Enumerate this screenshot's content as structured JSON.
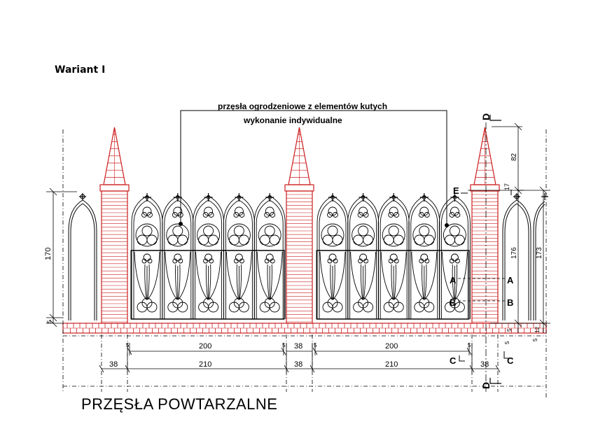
{
  "heading": "Wariant I",
  "callout": {
    "line1": "przęsła ogrodzeniowe z elementów kutych",
    "line2": "wykonanie  indywidualne"
  },
  "bottom_title": "PRZĘSŁA POWTARZALNE",
  "dimensions": {
    "left_height": "170",
    "left_base": "5",
    "top_span": "200",
    "bottom_span": "210",
    "pillar_width": "38",
    "small_gap": "5",
    "right_top": "82",
    "right_17": "17",
    "right_mid": "176",
    "right_far": "173",
    "right_base": "5",
    "right_base2": "12"
  },
  "section_marks": {
    "D": "D",
    "E": "E",
    "A": "A",
    "B": "B",
    "C": "C"
  },
  "colors": {
    "line": "#000000",
    "brick": "#cc1f1f"
  }
}
